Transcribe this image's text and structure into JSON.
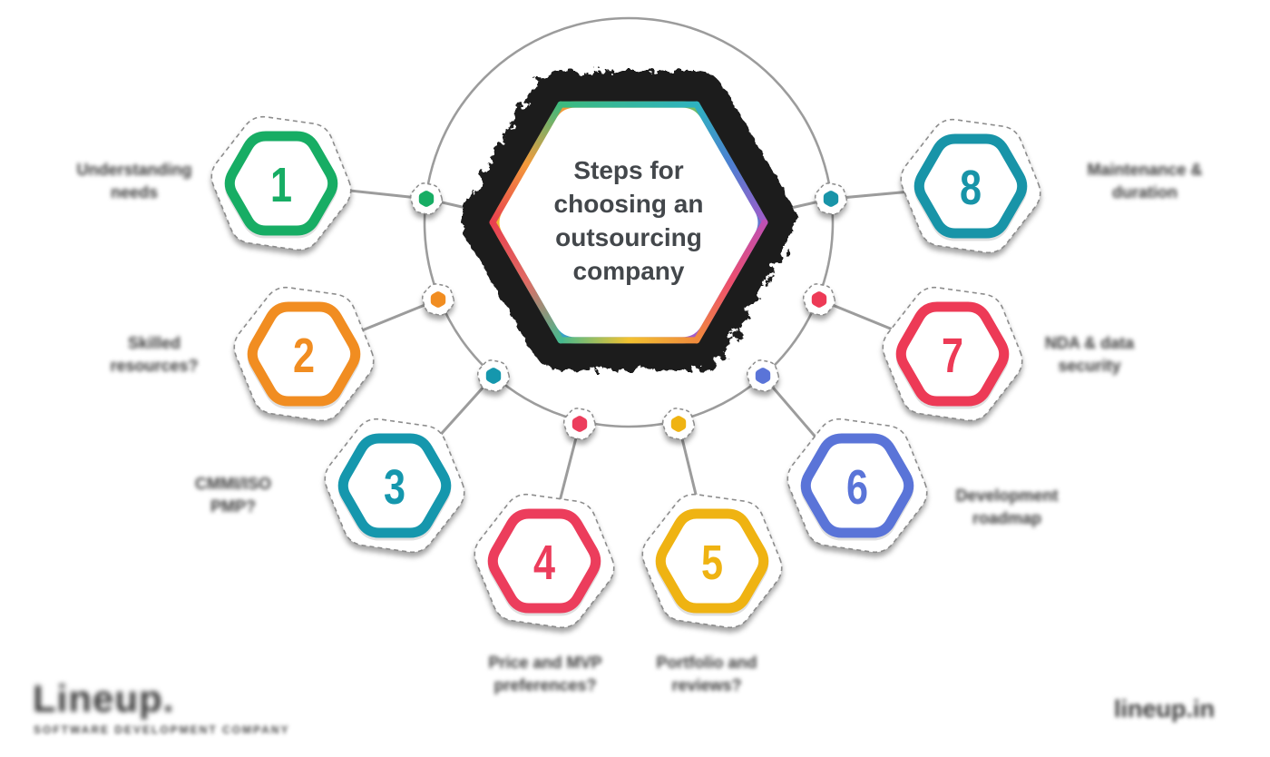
{
  "title": {
    "text": "Steps for\nchoosing an\noutsourcing\ncompany"
  },
  "steps": [
    {
      "number": "1",
      "label": "Understanding\nneeds",
      "color": "#17AD64"
    },
    {
      "number": "2",
      "label": "Skilled\nresources?",
      "color": "#F18D21"
    },
    {
      "number": "3",
      "label": "CMMI/ISO\nPMP?",
      "color": "#1597AD"
    },
    {
      "number": "4",
      "label": "Price and MVP\npreferences?",
      "color": "#EC3D5C"
    },
    {
      "number": "5",
      "label": "Portfolio and\nreviews?",
      "color": "#EFB312"
    },
    {
      "number": "6",
      "label": "Development\nroadmap",
      "color": "#5A74D8"
    },
    {
      "number": "7",
      "label": "NDA & data\nsecurity",
      "color": "#ED3A56"
    },
    {
      "number": "8",
      "label": "Maintenance &\nduration",
      "color": "#1894A8"
    }
  ],
  "connectors": {
    "line_color": "#9C9C9C",
    "dash_color": "#8C8C8C"
  },
  "center": {
    "shadow_color": "#1C1C1C",
    "rainbow_colors": [
      "#E8404F",
      "#F49B3B",
      "#F2C230",
      "#3CBA7E",
      "#2EB3C0",
      "#4D7FD1",
      "#A05CC8",
      "#EC4E6E"
    ]
  },
  "footer": {
    "logo": "Lineup.",
    "tagline": "SOFTWARE DEVELOPMENT COMPANY",
    "website": "lineup.in"
  }
}
